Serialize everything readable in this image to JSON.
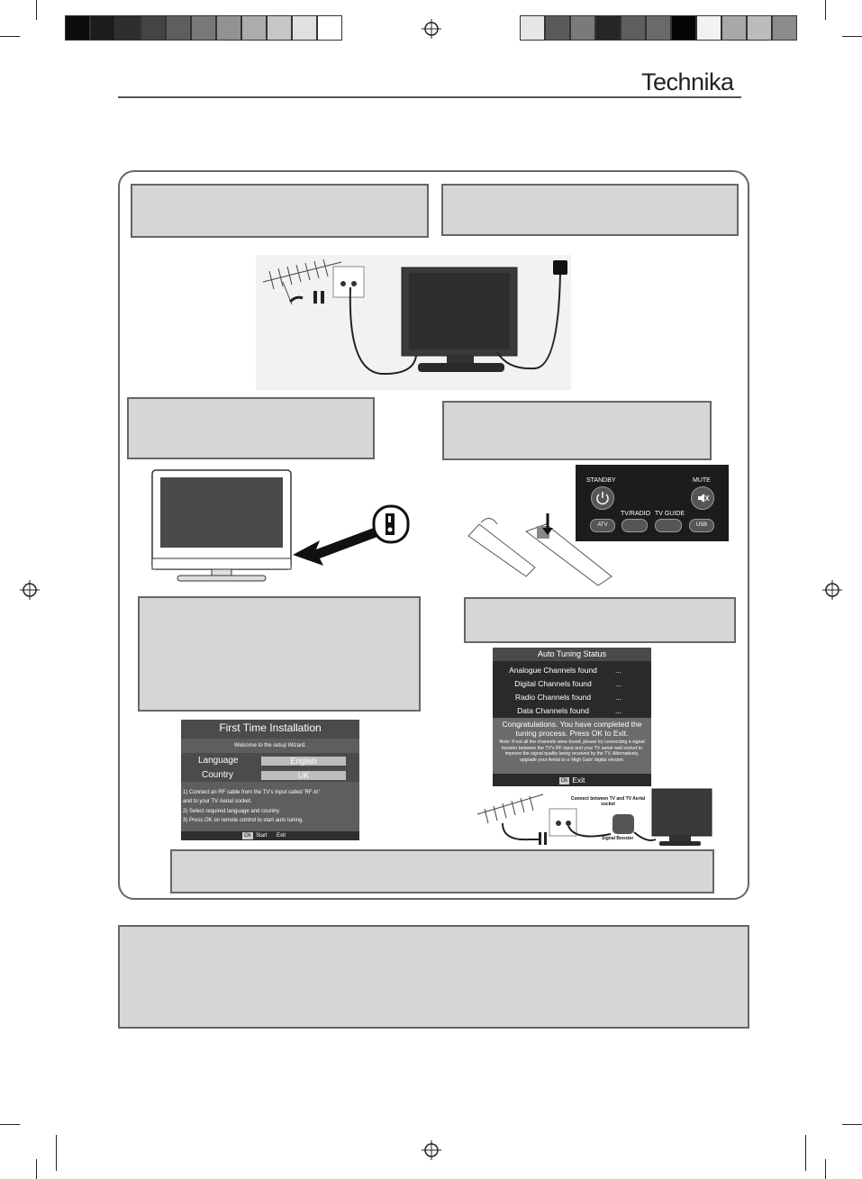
{
  "brand": {
    "logo_text": "Technika"
  },
  "first_time_installation": {
    "title": "First Time Installation",
    "welcome": "Welcome to the setup Wizard.",
    "language_label": "Language",
    "language_value": "English",
    "country_label": "Country",
    "country_value": "UK",
    "instructions": [
      "1) Connect an RF cable from the TV's Input called 'RF-In'",
      "and to your TV Aerial socket.",
      "2) Select required language and country.",
      "3) Press OK on remote control to start auto tuning."
    ],
    "footer_ok": "Ok",
    "footer_start": "Start",
    "footer_exit": "Exit"
  },
  "auto_tuning": {
    "title": "Auto Tuning Status",
    "rows": [
      {
        "label": "Analogue  Channels found",
        "value": "..."
      },
      {
        "label": "Digital Channels found",
        "value": "..."
      },
      {
        "label": "Radio Channels found",
        "value": "..."
      },
      {
        "label": "Data Channels found",
        "value": "..."
      }
    ],
    "congrats": "Congratulations. You have completed the tuning process. Press OK to Exit.",
    "note": "Note: If not all the channels were found, please try connecting a signal booster between the TV's RF input and your TV aerial wall socket to improve the signal quality being received by the TV. Alternatively, upgrade your Aerial to a 'High Gain' digital version.",
    "footer_ok": "Ok",
    "footer_exit": "Exit"
  },
  "remote_panel": {
    "standby": "STANDBY",
    "mute": "MUTE",
    "tvradio": "TV/RADIO",
    "tvguide": "TV GUIDE",
    "atv": "ATV",
    "usb": "USB"
  },
  "booster_diagram": {
    "connect_label": "Connect between TV and TV Aerial socket",
    "booster_label": "Signal Booster"
  },
  "colors": {
    "callout_fill": "#d6d6d6",
    "callout_border": "#666666",
    "screen_bg": "#5e5e5e"
  }
}
